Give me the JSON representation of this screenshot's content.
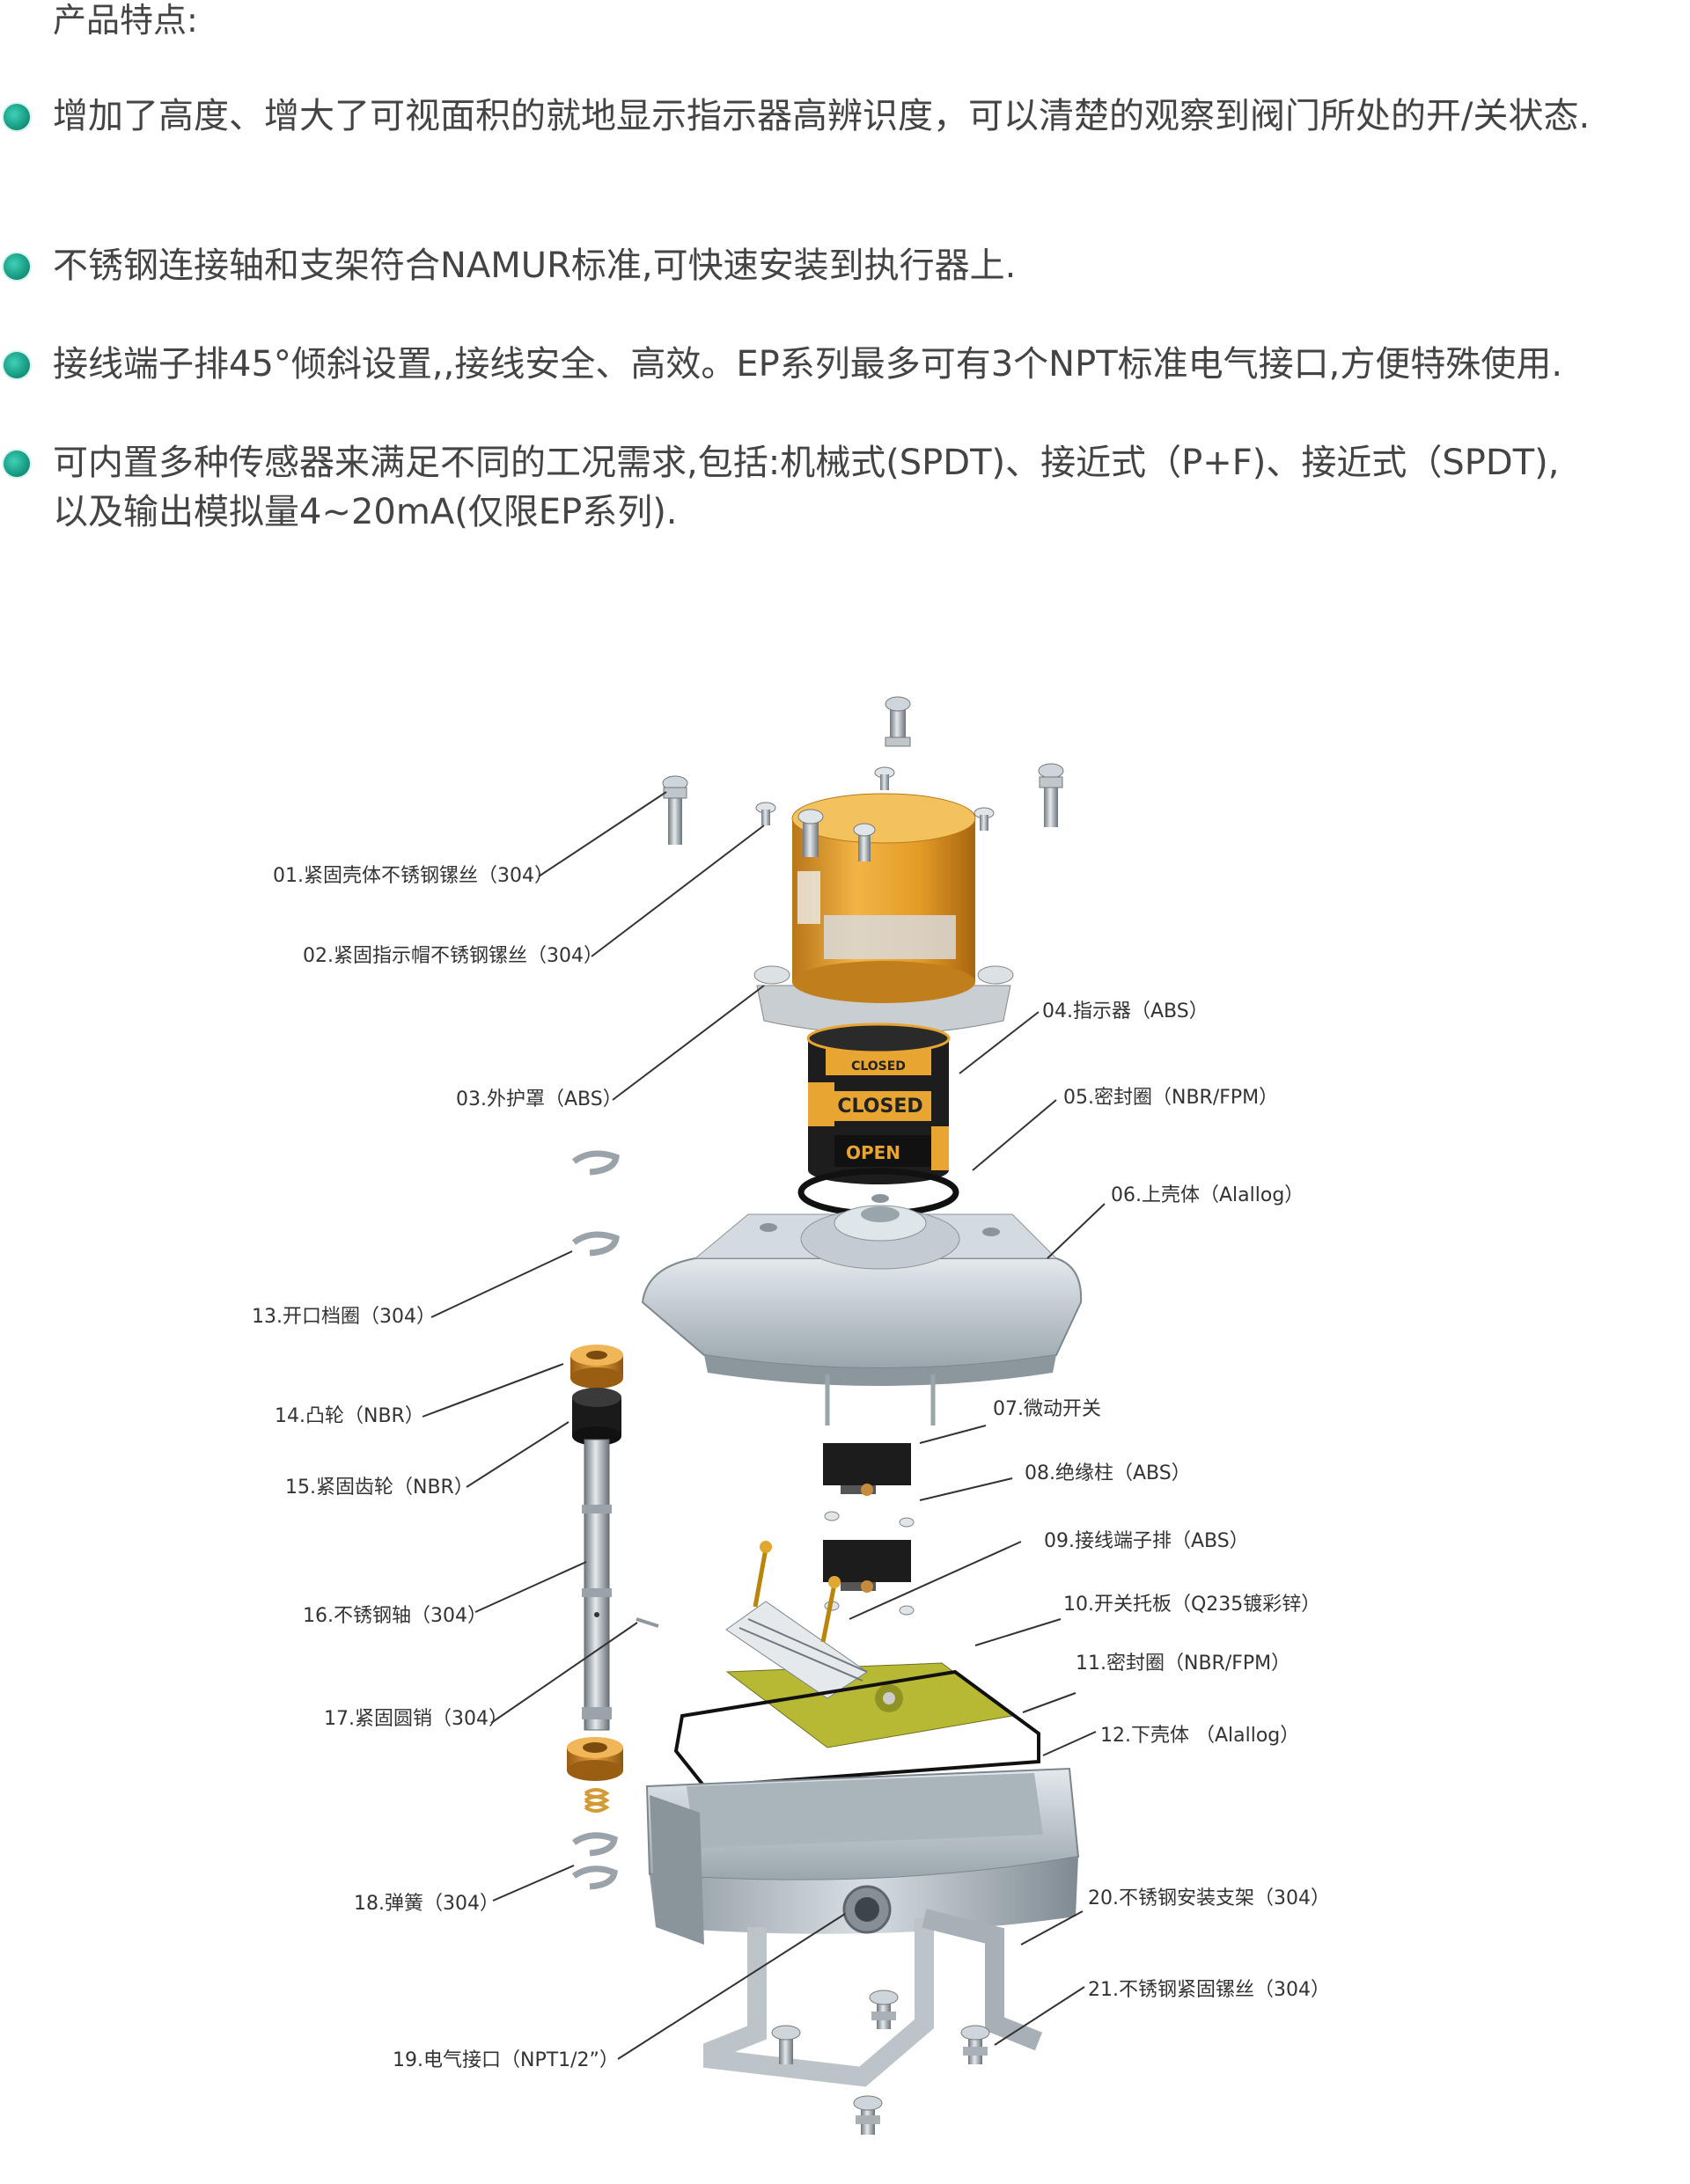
{
  "title": "产品特点:",
  "features": [
    "增加了高度、增大了可视面积的就地显示指示器高辨识度，可以清楚的观察到阀门所处的开/关状态.",
    "不锈钢连接轴和支架符合NAMUR标准,可快速安装到执行器上.",
    "接线端子排45°倾斜设置,,接线安全、高效。EP系列最多可有3个NPT标准电气接口,方便特殊使用.",
    "可内置多种传感器来满足不同的工况需求,包括:机械式(SPDT)、接近式（P+F)、接近式（SPDT),",
    "以及输出模拟量4~20mA(仅限EP系列)."
  ],
  "indicator_text": {
    "closed_top": "CLOSED",
    "closed": "CLOSED",
    "open": "OPEN"
  },
  "parts": {
    "p01": "01.紧固壳体不锈钢镙丝（304）",
    "p02": "02.紧固指示帽不锈钢镙丝（304）",
    "p03": "03.外护罩（ABS）",
    "p04": "04.指示器（ABS）",
    "p05": "05.密封圈（NBR/FPM）",
    "p06": "06.上壳体（Alallog）",
    "p07": "07.微动开关",
    "p08": "08.绝缘柱（ABS）",
    "p09": "09.接线端子排（ABS）",
    "p10": "10.开关托板（Q235镀彩锌）",
    "p11": "11.密封圈（NBR/FPM）",
    "p12": "12.下壳体 （Alallog）",
    "p13": "13.开口档圈（304）",
    "p14": "14.凸轮（NBR）",
    "p15": "15.紧固齿轮（NBR）",
    "p16": "16.不锈钢轴（304）",
    "p17": "17.紧固圆销（304）",
    "p18": "18.弹簧（304）",
    "p19": "19.电气接口（NPT1/2”）",
    "p20": "20.不锈钢安装支架（304）",
    "p21": "21.不锈钢紧固镙丝（304）"
  },
  "colors": {
    "bullet": "#1a9f87",
    "indicator_orange": "#e8a532",
    "housing_gray": "#b9c2c8"
  }
}
